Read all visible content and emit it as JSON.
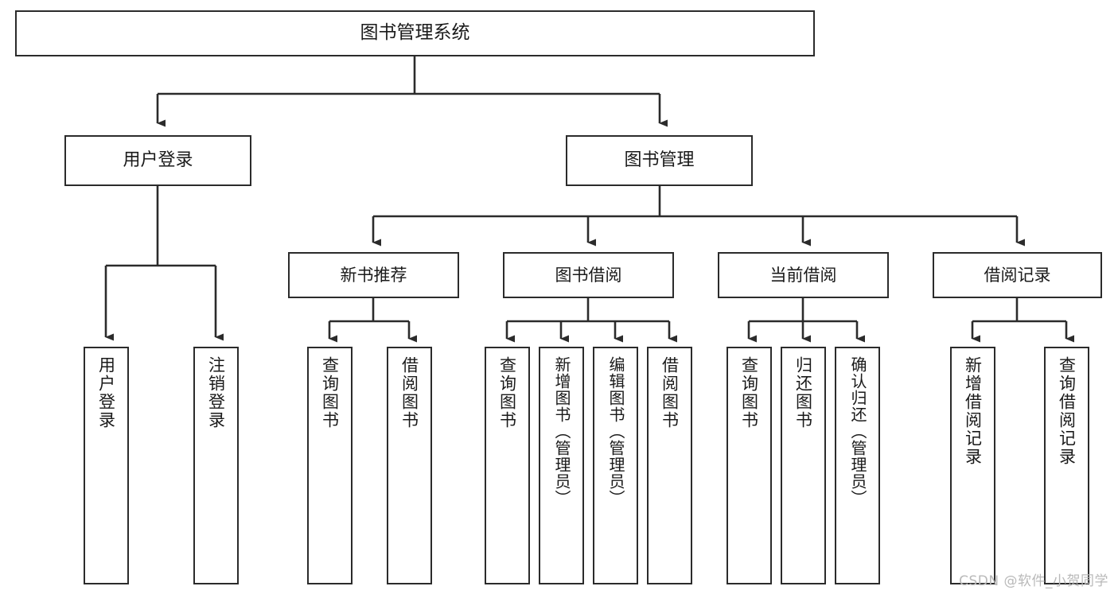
{
  "diagram": {
    "title": "图书管理系统",
    "type": "tree-hierarchy-chart",
    "orientation": "top-down",
    "colors": {
      "box_border": "#2b2b2b",
      "box_fill": "#ffffff",
      "edge": "#2b2b2b",
      "text": "#1a1a1a",
      "background": "#ffffff",
      "watermark": "#b9b9b9"
    },
    "root": {
      "id": "root",
      "label": "图书管理系统"
    },
    "level2": [
      {
        "id": "user-login",
        "label": "用户登录"
      },
      {
        "id": "book-manage",
        "label": "图书管理"
      }
    ],
    "level3": [
      {
        "id": "new-book-recommend",
        "label": "新书推荐",
        "parent": "book-manage"
      },
      {
        "id": "book-borrow",
        "label": "图书借阅",
        "parent": "book-manage"
      },
      {
        "id": "current-borrow",
        "label": "当前借阅",
        "parent": "book-manage"
      },
      {
        "id": "borrow-record",
        "label": "借阅记录",
        "parent": "book-manage"
      }
    ],
    "leaves": [
      {
        "id": "leaf-user-login",
        "label": "用户登录",
        "parent": "user-login"
      },
      {
        "id": "leaf-user-logout",
        "label": "注销登录",
        "parent": "user-login"
      },
      {
        "id": "leaf-query-book-1",
        "label": "查询图书",
        "parent": "new-book-recommend"
      },
      {
        "id": "leaf-borrow-book-1",
        "label": "借阅图书",
        "parent": "new-book-recommend"
      },
      {
        "id": "leaf-query-book-2",
        "label": "查询图书",
        "parent": "book-borrow"
      },
      {
        "id": "leaf-add-book",
        "label": "新增图书（管理员）",
        "parent": "book-borrow"
      },
      {
        "id": "leaf-edit-book",
        "label": "编辑图书（管理员）",
        "parent": "book-borrow"
      },
      {
        "id": "leaf-borrow-book-2",
        "label": "借阅图书",
        "parent": "book-borrow"
      },
      {
        "id": "leaf-query-book-3",
        "label": "查询图书",
        "parent": "current-borrow"
      },
      {
        "id": "leaf-return-book",
        "label": "归还图书",
        "parent": "current-borrow"
      },
      {
        "id": "leaf-confirm-return",
        "label": "确认归还（管理员）",
        "parent": "current-borrow"
      },
      {
        "id": "leaf-add-record",
        "label": "新增借阅记录",
        "parent": "borrow-record"
      },
      {
        "id": "leaf-query-record",
        "label": "查询借阅记录",
        "parent": "borrow-record"
      }
    ],
    "watermark": "CSDN @软件_小贺同学"
  }
}
